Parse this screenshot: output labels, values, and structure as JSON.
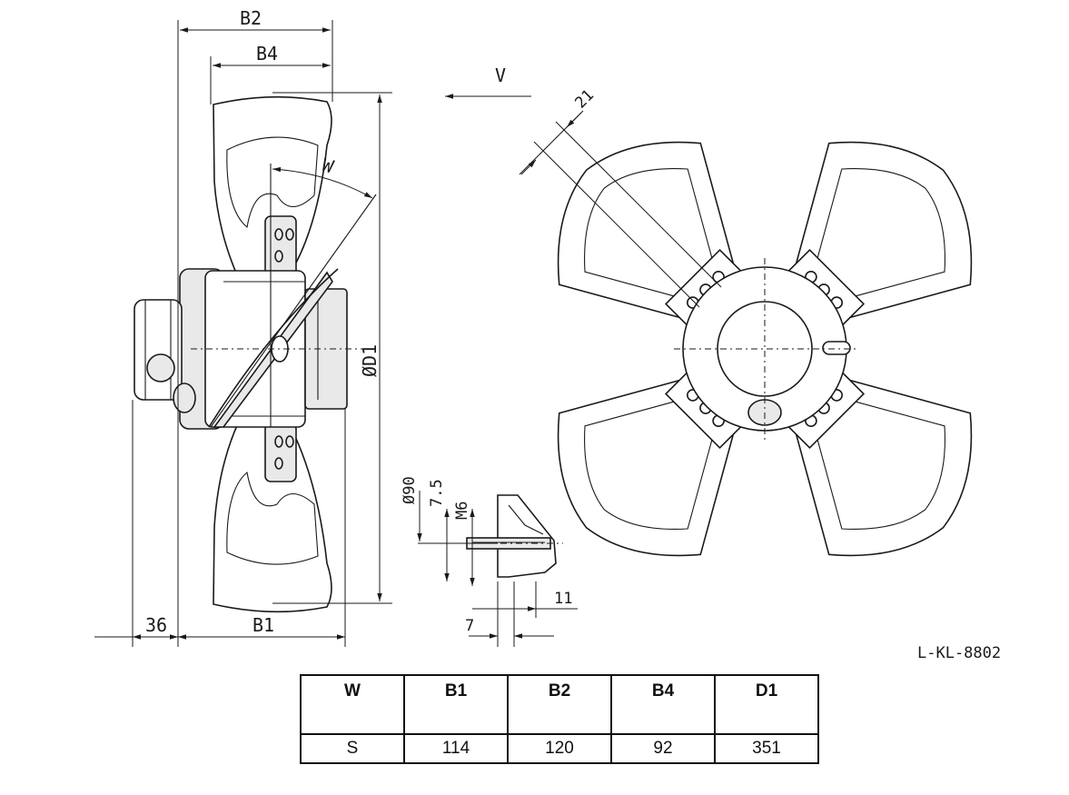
{
  "drawing_code": "L-KL-8802",
  "view_label": "V",
  "side_view": {
    "dim_b2": "B2",
    "dim_b4": "B4",
    "dim_b1": "B1",
    "dim_36": "36",
    "dim_d1": "ØD1",
    "angle_w": "W"
  },
  "detail_view": {
    "dim_90": "Ø90",
    "dim_7_5": "7.5",
    "dim_m6": "M6",
    "dim_11": "11",
    "dim_7": "7"
  },
  "front_view": {
    "dim_21": "21"
  },
  "table": {
    "headers": [
      "W",
      "B1",
      "B2",
      "B4",
      "D1"
    ],
    "row": [
      "S",
      "114",
      "120",
      "92",
      "351"
    ]
  }
}
